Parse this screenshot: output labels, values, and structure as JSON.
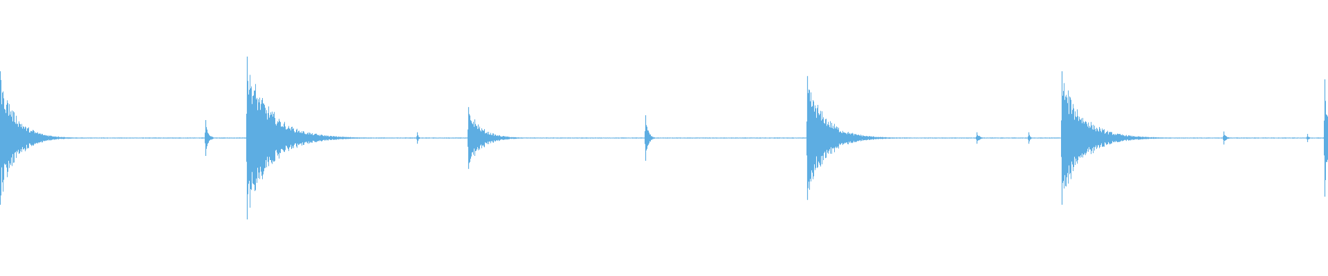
{
  "waveform": {
    "color": "#5dade2",
    "baseline_amplitude": 0.005,
    "transients": [
      {
        "position": 0.0,
        "peak": 0.82,
        "decay": 0.012
      },
      {
        "position": 0.155,
        "peak": 0.22,
        "decay": 0.002
      },
      {
        "position": 0.186,
        "peak": 1.0,
        "decay": 0.018
      },
      {
        "position": 0.314,
        "peak": 0.07,
        "decay": 0.001
      },
      {
        "position": 0.353,
        "peak": 0.38,
        "decay": 0.01
      },
      {
        "position": 0.486,
        "peak": 0.28,
        "decay": 0.002
      },
      {
        "position": 0.608,
        "peak": 0.76,
        "decay": 0.014
      },
      {
        "position": 0.736,
        "peak": 0.07,
        "decay": 0.002
      },
      {
        "position": 0.775,
        "peak": 0.07,
        "decay": 0.001
      },
      {
        "position": 0.8,
        "peak": 0.82,
        "decay": 0.016
      },
      {
        "position": 0.922,
        "peak": 0.08,
        "decay": 0.002
      },
      {
        "position": 0.985,
        "peak": 0.05,
        "decay": 0.001
      },
      {
        "position": 0.998,
        "peak": 0.72,
        "decay": 0.003
      }
    ]
  }
}
